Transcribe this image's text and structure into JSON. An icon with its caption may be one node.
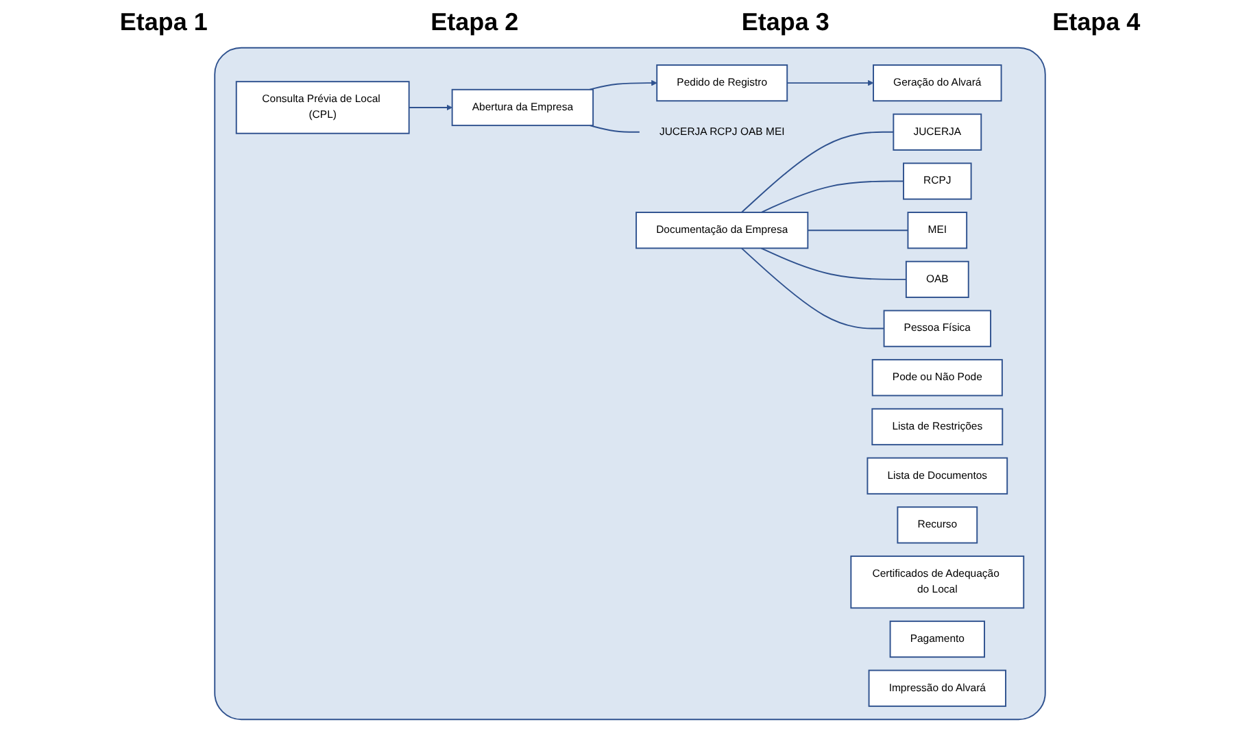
{
  "diagram": {
    "nodes": [
      {
        "text": [],
        "shape": "box"
      },
      {
        "text": [
          "Consulta Prévia de Local (CPL)"
        ],
        "in": 0
      },
      {
        "text": [
          "Pode ou Não Pode"
        ],
        "in": 0
      },
      {
        "text": [
          "Lista de Restrições"
        ],
        "in": 0
      },
      {
        "text": [
          "Lista de Documentos"
        ],
        "in": 0
      },
      {
        "text": [
          "Recurso"
        ],
        "in": 0
      },
      {
        "text": [
          "Abertura da Empresa"
        ],
        "in": 0
      },
      {
        "text": [
          "JUCERJA RCPJ OAB MEI"
        ],
        "in": 0
      },
      {
        "text": [
          "Pedido de Registro"
        ],
        "in": 0
      },
      {
        "text": [
          "Documentação da Empresa"
        ],
        "in": 0
      },
      {
        "text": [
          "JUCERJA"
        ],
        "in": 0
      },
      {
        "text": [
          "RCPJ"
        ],
        "in": 0
      },
      {
        "text": [
          "MEI"
        ],
        "in": 0
      },
      {
        "text": [
          "OAB"
        ],
        "in": 0
      },
      {
        "text": [
          "Pessoa Física"
        ],
        "in": 0
      },
      {
        "text": [
          "Certificados de Adequação do Local"
        ],
        "in": 0
      },
      {
        "text": [
          "Geração do Alvará"
        ],
        "in": 0
      },
      {
        "text": [
          "Pagamento"
        ],
        "in": 0
      },
      {
        "text": [
          "Impressão do Alvará"
        ],
        "in": 0
      }
    ],
    "edges": [
      {
        "from": 1,
        "to": 6,
        "arrow": "to"
      },
      {
        "from": 6,
        "to": 8,
        "arrow": "to"
      },
      {
        "from": 8,
        "to": 16,
        "arrow": "to"
      },
      {
        "from": 6,
        "to": 7,
        "arrow": "none"
      },
      {
        "from": 9,
        "to": 10,
        "arrow": "none"
      },
      {
        "from": 9,
        "to": 11,
        "arrow": "none"
      },
      {
        "from": 9,
        "to": 12,
        "arrow": "none"
      },
      {
        "from": 9,
        "to": 13,
        "arrow": "none"
      },
      {
        "from": 9,
        "to": 14,
        "arrow": "none"
      }
    ],
    "labels": [
      "Etapa 1",
      "Etapa 2",
      "Etapa 3",
      "Etapa 4"
    ]
  }
}
